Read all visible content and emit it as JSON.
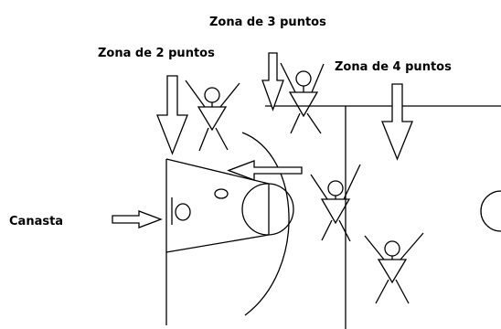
{
  "labels": {
    "zona3": "Zona de 3 puntos",
    "zona2": "Zona de 2 puntos",
    "zona4": "Zona de 4 puntos",
    "canasta": "Canasta"
  },
  "colors": {
    "ink": "#000000",
    "background": "#ffffff"
  }
}
